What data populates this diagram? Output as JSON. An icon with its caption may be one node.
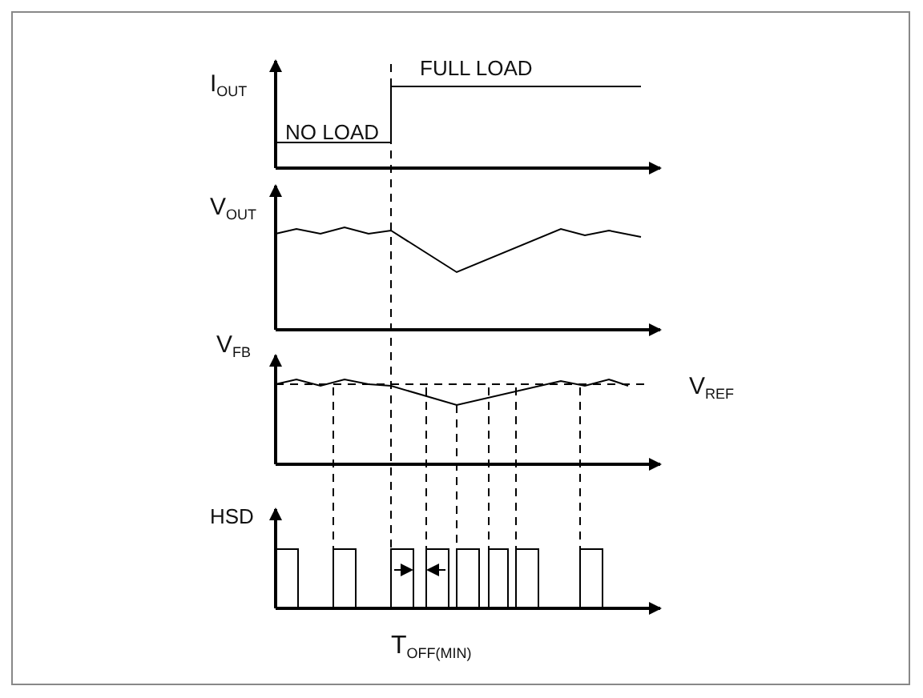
{
  "diagram": {
    "labels": [
      "FULL LOAD",
      "I$_{OUT}$",
      "NO LOAD",
      "V$_{OUT}$",
      "V$_{FB}$",
      "V$_{REF}$",
      "HSD",
      "T$_{OFF(MIN)}$"
    ]
  }
}
